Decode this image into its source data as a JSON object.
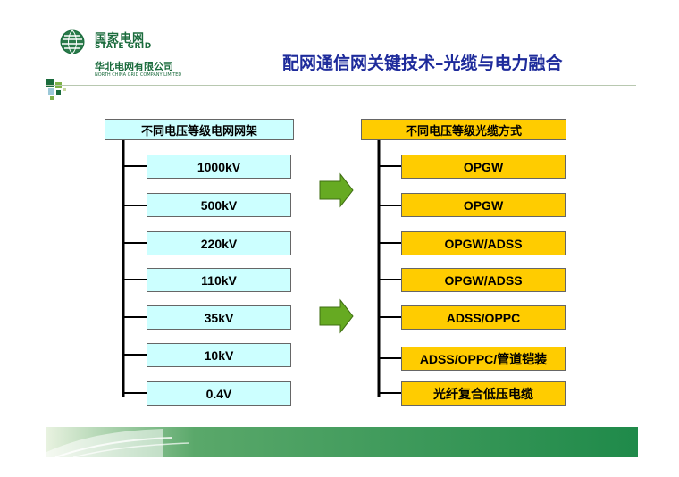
{
  "logo": {
    "name_cn": "国家电网",
    "name_en": "STATE GRID",
    "company_cn": "华北电网有限公司",
    "company_en": "NORTH CHINA GRID COMPANY LIMITED"
  },
  "title": "配网通信网关键技术–光缆与电力融合",
  "left_column": {
    "header": "不同电压等级电网网架",
    "items": [
      "1000kV",
      "500kV",
      "220kV",
      "110kV",
      "35kV",
      "10kV",
      "0.4V"
    ]
  },
  "right_column": {
    "header": "不同电压等级光缆方式",
    "items": [
      "OPGW",
      "OPGW",
      "OPGW/ADSS",
      "OPGW/ADSS",
      "ADSS/OPPC",
      "ADSS/OPPC/管道铠装",
      "光纤复合低压电缆"
    ]
  },
  "colors": {
    "title": "#1e2b9b",
    "left_fill": "#ccffff",
    "right_fill": "#ffcc00",
    "arrow": "#66aa22",
    "brand_green": "#1a6b3c"
  }
}
